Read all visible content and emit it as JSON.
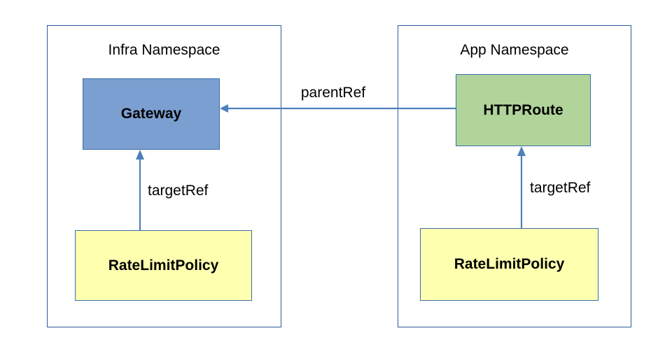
{
  "diagram": {
    "title": "Gateway API policy attachment diagram",
    "colors": {
      "container_border": "#2d5b9a",
      "edge_line": "#4e7fba",
      "gateway_fill": "#7b9fd0",
      "httproute_fill": "#b1d49b",
      "policy_fill": "#ffffb0",
      "node_border": "#3a6ea8",
      "background": "#ffffff",
      "text": "#000000"
    },
    "containers": [
      {
        "id": "infra",
        "label": "Infra Namespace"
      },
      {
        "id": "app",
        "label": "App Namespace"
      }
    ],
    "nodes": [
      {
        "id": "gateway",
        "label": "Gateway",
        "container": "infra"
      },
      {
        "id": "infra-policy",
        "label": "RateLimitPolicy",
        "container": "infra"
      },
      {
        "id": "httproute",
        "label": "HTTPRoute",
        "container": "app"
      },
      {
        "id": "app-policy",
        "label": "RateLimitPolicy",
        "container": "app"
      }
    ],
    "edges": [
      {
        "id": "parent-ref",
        "label": "parentRef",
        "from": "httproute",
        "to": "gateway",
        "direction": "left"
      },
      {
        "id": "infra-target-ref",
        "label": "targetRef",
        "from": "infra-policy",
        "to": "gateway",
        "direction": "up"
      },
      {
        "id": "app-target-ref",
        "label": "targetRef",
        "from": "app-policy",
        "to": "httproute",
        "direction": "up"
      }
    ]
  }
}
